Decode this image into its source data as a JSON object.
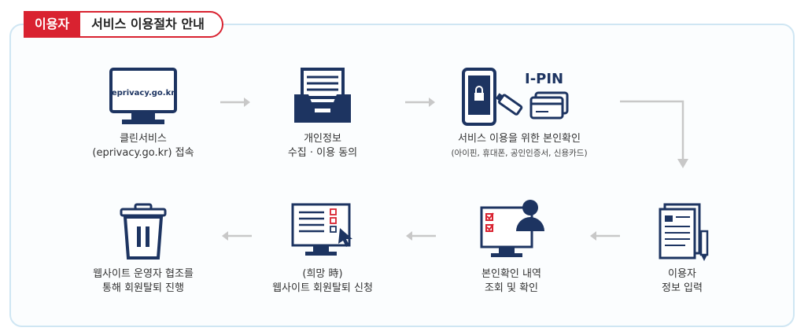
{
  "header": {
    "badge": "이용자",
    "title": "서비스 이용절차 안내"
  },
  "steps": [
    {
      "line1": "클린서비스",
      "line2": "(eprivacy.go.kr) 접속",
      "screen_text": "eprivacy.go.kr"
    },
    {
      "line1": "개인정보",
      "line2": "수집 · 이용 동의"
    },
    {
      "line1": "서비스 이용을 위한 본인확인",
      "line2": "(아이핀, 휴대폰, 공인인증서, 신용카드)",
      "icon_text": "I-PIN"
    },
    {
      "line1": "이용자",
      "line2": "정보 입력"
    },
    {
      "line1": "본인확인 내역",
      "line2": "조회 및 확인"
    },
    {
      "line1": "(희망 時)",
      "line2": "웹사이트 회원탈퇴 신청"
    },
    {
      "line1": "웹사이트 운영자 협조를",
      "line2": "통해 회원탈퇴 진행"
    }
  ],
  "colors": {
    "accent": "#d92230",
    "icon_dark": "#1d3461",
    "arrow": "#c8c8c8",
    "frame": "#cfe6f3"
  },
  "icons": [
    "monitor-icon",
    "document-tray-icon",
    "phone-ipin-card-icon",
    "form-pen-icon",
    "monitor-checklist-user-icon",
    "monitor-checklist-cursor-icon",
    "trash-can-icon"
  ]
}
